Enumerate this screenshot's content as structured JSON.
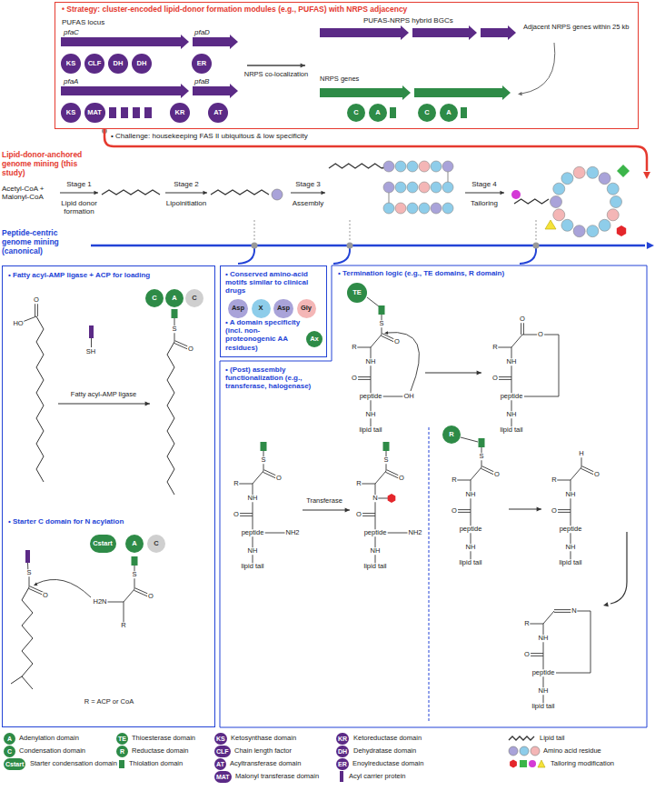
{
  "diagram": {
    "nodes": [
      {
        "text": [
          "• Strategy: cluster-encoded lipid-donor formation modules (e.g., PUFAS) with NRPS adjacency"
        ]
      },
      {
        "text": [
          "KS"
        ],
        "in": 0
      },
      {
        "text": [
          "CLF"
        ],
        "in": 0
      },
      {
        "text": [
          "DH"
        ],
        "in": 0
      },
      {
        "text": [
          "DH"
        ],
        "in": 0
      },
      {
        "text": [
          "ER"
        ],
        "in": 0
      },
      {
        "text": [
          "KS"
        ],
        "in": 0
      },
      {
        "text": [
          "MAT"
        ],
        "in": 0
      },
      {
        "text": [
          "KR"
        ],
        "in": 0
      },
      {
        "text": [
          "AT"
        ],
        "in": 0
      },
      {
        "text": [
          "C"
        ],
        "in": 0
      },
      {
        "text": [
          "A"
        ],
        "in": 0
      },
      {
        "text": [
          "C"
        ],
        "in": 0
      },
      {
        "text": [
          "A"
        ],
        "in": 0
      },
      {
        "text": [
          "• Fatty acyl-AMP ligase + ACP for loading",
          "• Starter C domain for N acylation"
        ]
      },
      {
        "text": [
          "C"
        ],
        "in": 14
      },
      {
        "text": [
          "A"
        ],
        "in": 14
      },
      {
        "text": [
          "C"
        ],
        "in": 14
      },
      {
        "text": [
          "Cstart"
        ],
        "in": 14
      },
      {
        "text": [
          "A"
        ],
        "in": 14
      },
      {
        "text": [
          "C"
        ],
        "in": 14
      },
      {
        "text": [
          "• Conserved amino-acid motifs similar to clinical drugs",
          "• A domain specificity (incl. non-proteonogenic AA residues)"
        ]
      },
      {
        "text": [
          "Asp"
        ],
        "in": 21
      },
      {
        "text": [
          "X"
        ],
        "in": 21
      },
      {
        "text": [
          "Asp"
        ],
        "in": 21
      },
      {
        "text": [
          "Gly"
        ],
        "in": 21
      },
      {
        "text": [
          "Ax"
        ],
        "in": 21
      },
      {
        "text": [
          "• Termination logic (e.g., TE domains, R domain)"
        ]
      },
      {
        "text": [
          "TE"
        ],
        "in": 27
      },
      {
        "text": [
          "R"
        ],
        "in": 27
      },
      {
        "text": [
          "• (Post) assembly functionalization (e.g., transferase, halogenase)"
        ]
      }
    ],
    "labels": [
      "PUFAS locus",
      "pfaC",
      "pfaD",
      "pfaA",
      "pfaB",
      "NRPS co-localization",
      "PUFAS-NRPS hybrid BGCs",
      "Adjacent NRPS genes within 25 kb",
      "NRPS genes",
      "• Challenge: housekeeping FAS II ubiquitous & low specificity",
      "Lipid-donor-anchored genome mining (this study)",
      "Acetyl-CoA + Malonyl-CoA",
      "Stage 1",
      "Lipid donor formation",
      "Stage 2",
      "Lipoinitiation",
      "Stage 3",
      "Assembly",
      "Stage 4",
      "Tailoring",
      "Peptide-centric genome mining (canonical)",
      "HO",
      "O",
      "SH",
      "Fatty acyl-AMP ligase",
      "S",
      "O",
      "S",
      "O",
      "S",
      "O",
      "H2N",
      "R",
      "R = ACP or CoA",
      "S",
      "O",
      "R",
      "NH",
      "O",
      "peptide",
      "OH",
      "NH",
      "lipid tail",
      "O",
      "O",
      "R",
      "NH",
      "O",
      "peptide",
      "NH",
      "lipid tail",
      "Transferase",
      "S",
      "O",
      "R",
      "NH",
      "O",
      "peptide",
      "NH2",
      "NH",
      "lipid tail",
      "S",
      "O",
      "R",
      "N",
      "O",
      "peptide",
      "NH2",
      "NH",
      "lipid tail",
      "S",
      "O",
      "R",
      "NH",
      "O",
      "peptide",
      "NH",
      "lipid tail",
      "H",
      "O",
      "R",
      "NH",
      "O",
      "peptide",
      "NH",
      "lipid tail",
      "N",
      "R",
      "NH",
      "O",
      "peptide",
      "NH",
      "lipid tail",
      "A",
      "C",
      "Cstart",
      "TE",
      "R",
      "KS",
      "CLF",
      "AT",
      "MAT",
      "KR",
      "DH",
      "ER"
    ],
    "legend": [
      {
        "text": "Adenylation domain",
        "color": "#2e8b47"
      },
      {
        "text": "Condensation domain",
        "color": "#2e8b47"
      },
      {
        "text": "Starter condensation domain",
        "color": "#2e8b47"
      },
      {
        "text": "Thioesterase domain",
        "color": "#2e8b47"
      },
      {
        "text": "Reductase domain",
        "color": "#2e8b47"
      },
      {
        "text": "Thiolation domain",
        "color": "#2e8b47"
      },
      {
        "text": "Ketosynthase domain",
        "color": "#5b2a86"
      },
      {
        "text": "Chain length factor",
        "color": "#5b2a86"
      },
      {
        "text": "Acyltransferase domain",
        "color": "#5b2a86"
      },
      {
        "text": "Malonyl transferase domain",
        "color": "#5b2a86"
      },
      {
        "text": "Ketoreductase domain",
        "color": "#5b2a86"
      },
      {
        "text": "Dehydratase domain",
        "color": "#5b2a86"
      },
      {
        "text": "Enoylreductase domain",
        "color": "#5b2a86"
      },
      {
        "text": "Acyl carrier protein",
        "color": "#5b2a86"
      },
      {
        "text": "Lipid tail"
      },
      {
        "text": "Amino acid residue"
      },
      {
        "text": "Tailoring modification"
      }
    ]
  }
}
